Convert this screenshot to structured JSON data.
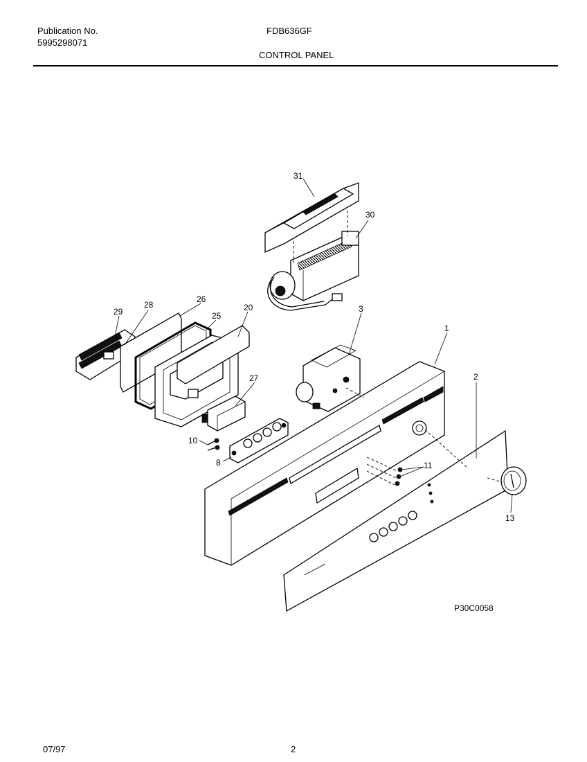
{
  "header": {
    "publication_label": "Publication No.",
    "publication_number": "5995298071",
    "model": "FDB636GF",
    "section_title": "CONTROL PANEL"
  },
  "diagram": {
    "callouts": [
      "31",
      "30",
      "29",
      "28",
      "26",
      "25",
      "20",
      "3",
      "1",
      "2",
      "27",
      "10",
      "8",
      "11",
      "13"
    ],
    "figure_code": "P30C0058"
  },
  "footer": {
    "date": "07/97",
    "page_number": "2"
  }
}
